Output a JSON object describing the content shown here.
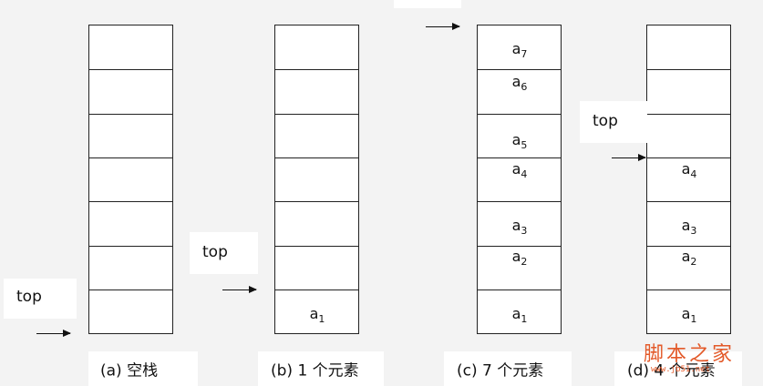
{
  "top_label": "top",
  "panels": {
    "a": {
      "caption": "(a)  空栈"
    },
    "b": {
      "caption": "(b) 1 个元素",
      "elements": [
        {
          "base": "a",
          "sub": "1"
        }
      ]
    },
    "c": {
      "caption": "(c) 7 个元素",
      "elements": [
        {
          "base": "a",
          "sub": "7"
        },
        {
          "base": "a",
          "sub": "6"
        },
        {
          "base": "a",
          "sub": "5"
        },
        {
          "base": "a",
          "sub": "4"
        },
        {
          "base": "a",
          "sub": "3"
        },
        {
          "base": "a",
          "sub": "2"
        },
        {
          "base": "a",
          "sub": "1"
        }
      ]
    },
    "d": {
      "caption": "(d) 4 个元素",
      "elements": [
        {
          "base": "a",
          "sub": "4"
        },
        {
          "base": "a",
          "sub": "3"
        },
        {
          "base": "a",
          "sub": "2"
        },
        {
          "base": "a",
          "sub": "1"
        }
      ]
    }
  },
  "watermark": {
    "text": "脚本之家",
    "url": "www.jb51.net"
  }
}
